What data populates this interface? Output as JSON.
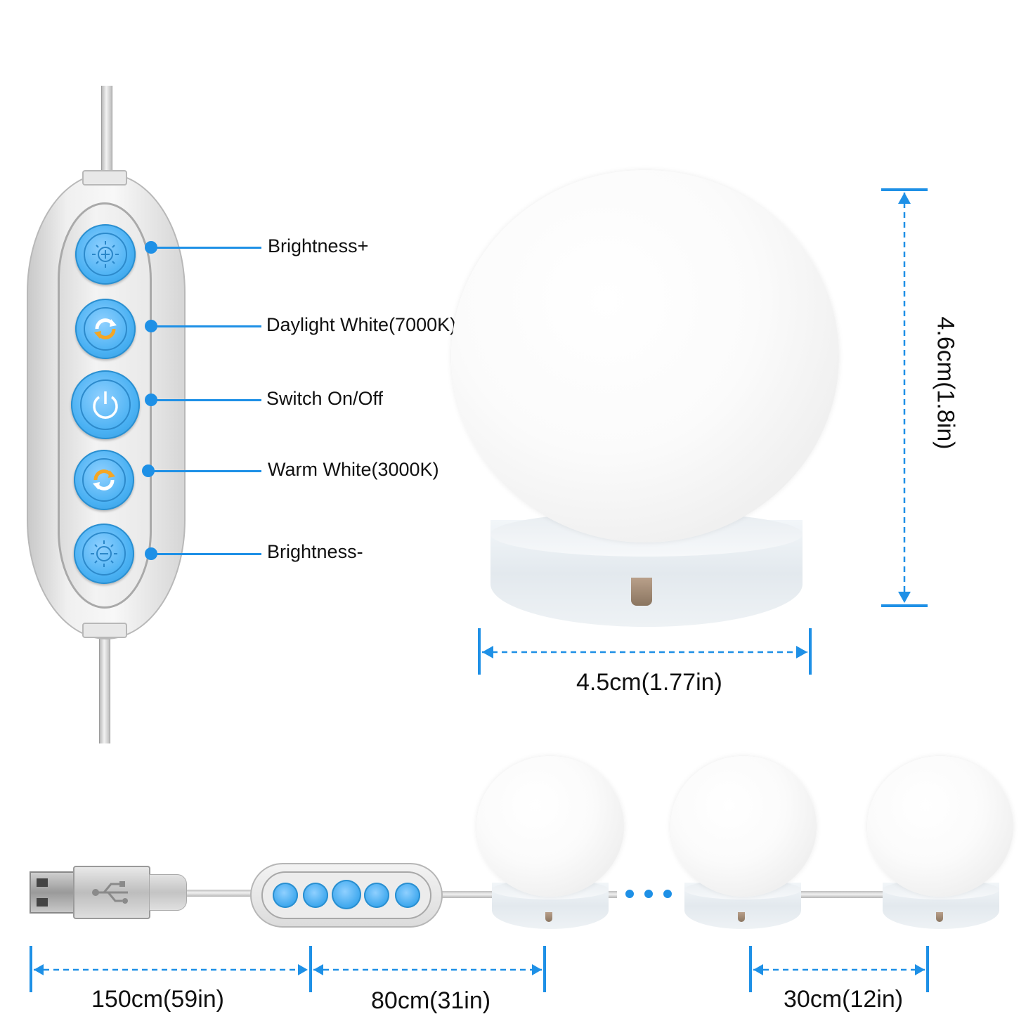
{
  "controller": {
    "buttons": [
      {
        "label": "Brightness+",
        "icon": "brightness-plus-icon"
      },
      {
        "label": "Daylight White(7000K)",
        "icon": "cycle-daylight-icon"
      },
      {
        "label": "Switch On/Off",
        "icon": "power-icon"
      },
      {
        "label": "Warm White(3000K)",
        "icon": "cycle-warm-icon"
      },
      {
        "label": "Brightness-",
        "icon": "brightness-minus-icon"
      }
    ]
  },
  "bulb_dimensions": {
    "height": "4.6cm(1.8in)",
    "width": "4.5cm(1.77in)"
  },
  "string_dimensions": {
    "usb_cable": "150cm(59in)",
    "controller_to_bulb": "80cm(31in)",
    "bulb_spacing": "30cm(12in)"
  },
  "colors": {
    "accent": "#1e90e6",
    "button_blue": "#4ab1f3",
    "orange_arrow": "#f5a623"
  }
}
